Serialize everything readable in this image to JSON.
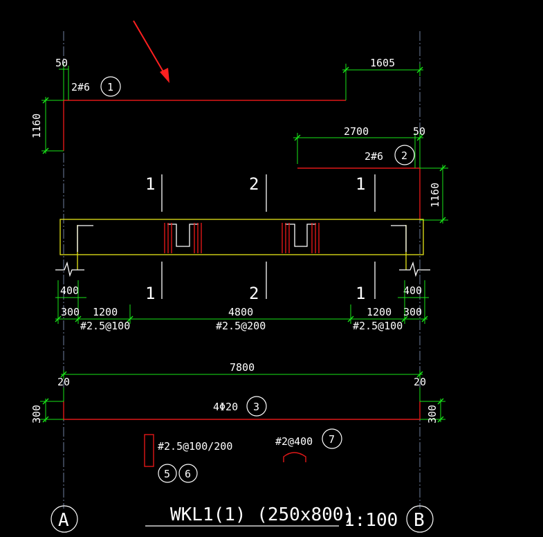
{
  "drawing": {
    "title": "WKL1(1) (250x800)",
    "scale": "1:100",
    "axis_a": "A",
    "axis_b": "B",
    "accent_colors": {
      "rebar": "#e01818",
      "dimension": "#19e619",
      "outline": "#e6e619",
      "arrow": "#ff2020"
    }
  },
  "bars": {
    "bar1": {
      "spec": "2#6",
      "mark": "1",
      "hook_dim": "50",
      "anchor_dim": "1160",
      "cut_dim": "1605"
    },
    "bar2": {
      "spec": "2#6",
      "mark": "2",
      "len_dim": "2700",
      "hook_dim": "50",
      "anchor_dim": "1160"
    },
    "bar3": {
      "spec": "4Φ20",
      "mark": "3",
      "total_dim": "7800",
      "end_left": "20",
      "end_right": "20",
      "hook_left": "300",
      "hook_right": "300"
    },
    "stirrup": {
      "spec": "#2.5@100/200",
      "mark_a": "5",
      "mark_b": "6"
    },
    "tie": {
      "spec": "#2@400",
      "mark": "7"
    }
  },
  "sections": [
    "1",
    "2",
    "1",
    "1",
    "2",
    "1"
  ],
  "dims": {
    "col_left": "400",
    "col_right": "400",
    "seg": [
      "300",
      "1200",
      "4800",
      "1200",
      "300"
    ],
    "stir": [
      "#2.5@100",
      "#2.5@200",
      "#2.5@100"
    ]
  }
}
